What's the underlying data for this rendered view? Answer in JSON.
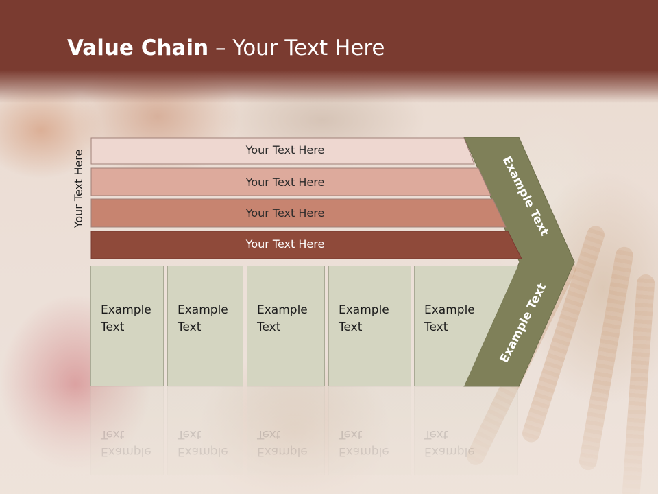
{
  "slide": {
    "title_bold": "Value Chain",
    "title_rest": " – Your Text Here",
    "side_label": "Your Text Here"
  },
  "bands": [
    {
      "label": "Your Text Here",
      "fill": "#eed7d0",
      "text_color": "#2a2a2a"
    },
    {
      "label": "Your Text Here",
      "fill": "#ddaa9c",
      "text_color": "#2a2a2a"
    },
    {
      "label": "Your Text Here",
      "fill": "#c78470",
      "text_color": "#2a2a2a"
    },
    {
      "label": "Your Text Here",
      "fill": "#8f4a3a",
      "text_color": "#ffffff"
    }
  ],
  "columns": [
    {
      "line1": "Example",
      "line2": "Text"
    },
    {
      "line1": "Example",
      "line2": "Text"
    },
    {
      "line1": "Example",
      "line2": "Text"
    },
    {
      "line1": "Example",
      "line2": "Text"
    },
    {
      "line1": "Example",
      "line2": "Text"
    }
  ],
  "chevron": {
    "upper_label": "Example Text",
    "lower_label": "Example Text",
    "fill": "#7f8059"
  },
  "colors": {
    "header": "#7a3b30",
    "column_fill": "#d4d5c1"
  }
}
